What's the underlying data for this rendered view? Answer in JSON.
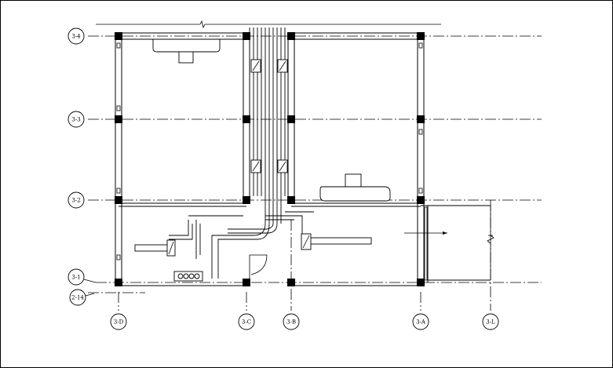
{
  "drawing": {
    "title": "",
    "grid_rows": [
      {
        "id": "3-4",
        "label": "3-4"
      },
      {
        "id": "3-3",
        "label": "3-3"
      },
      {
        "id": "3-2",
        "label": "3-2"
      },
      {
        "id": "3-1",
        "label": "3-1"
      },
      {
        "id": "2-14",
        "label": "2-14"
      }
    ],
    "grid_cols": [
      {
        "id": "3-D",
        "label": "3-D"
      },
      {
        "id": "3-C",
        "label": "3-C"
      },
      {
        "id": "3-B",
        "label": "3-B"
      },
      {
        "id": "3-A",
        "label": "3-A"
      },
      {
        "id": "3-L",
        "label": "3-L"
      }
    ]
  }
}
